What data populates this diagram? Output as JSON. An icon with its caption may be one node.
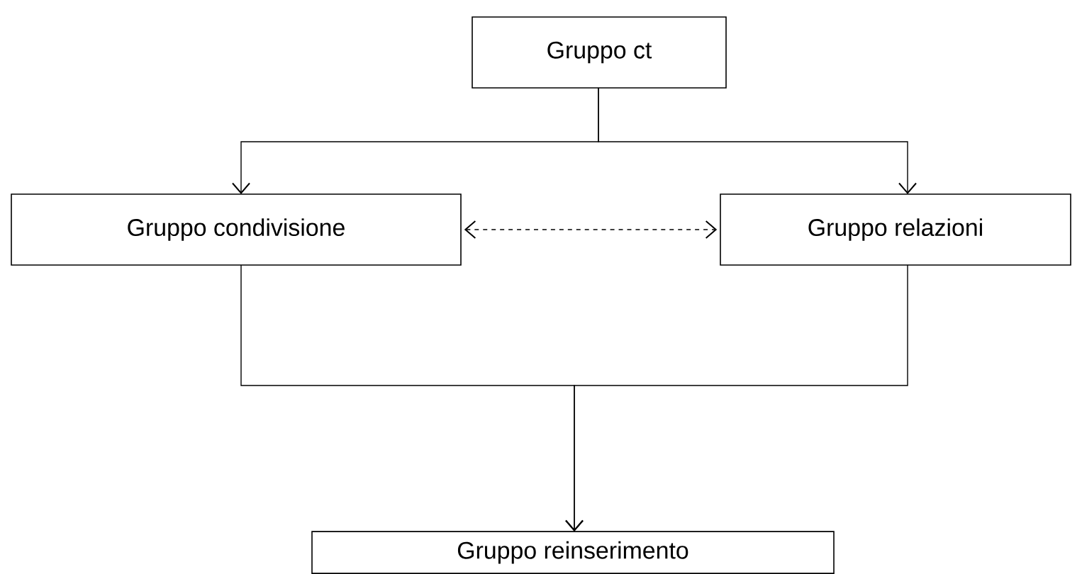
{
  "diagram": {
    "nodes": [
      {
        "text": [
          "Gruppo ct"
        ]
      },
      {
        "text": [
          "Gruppo condivisione"
        ]
      },
      {
        "text": [
          "Gruppo relazioni"
        ]
      },
      {
        "text": [
          "Gruppo reinserimento"
        ]
      }
    ],
    "edges": [
      {
        "from": 0,
        "to": 1,
        "arrow": "to"
      },
      {
        "from": 0,
        "to": 2,
        "arrow": "to"
      },
      {
        "from": 1,
        "to": 2,
        "arrow": "both",
        "style": "dashed"
      },
      {
        "from": 1,
        "to": 3,
        "arrow": "to"
      },
      {
        "from": 2,
        "to": 3,
        "arrow": "to"
      }
    ]
  }
}
